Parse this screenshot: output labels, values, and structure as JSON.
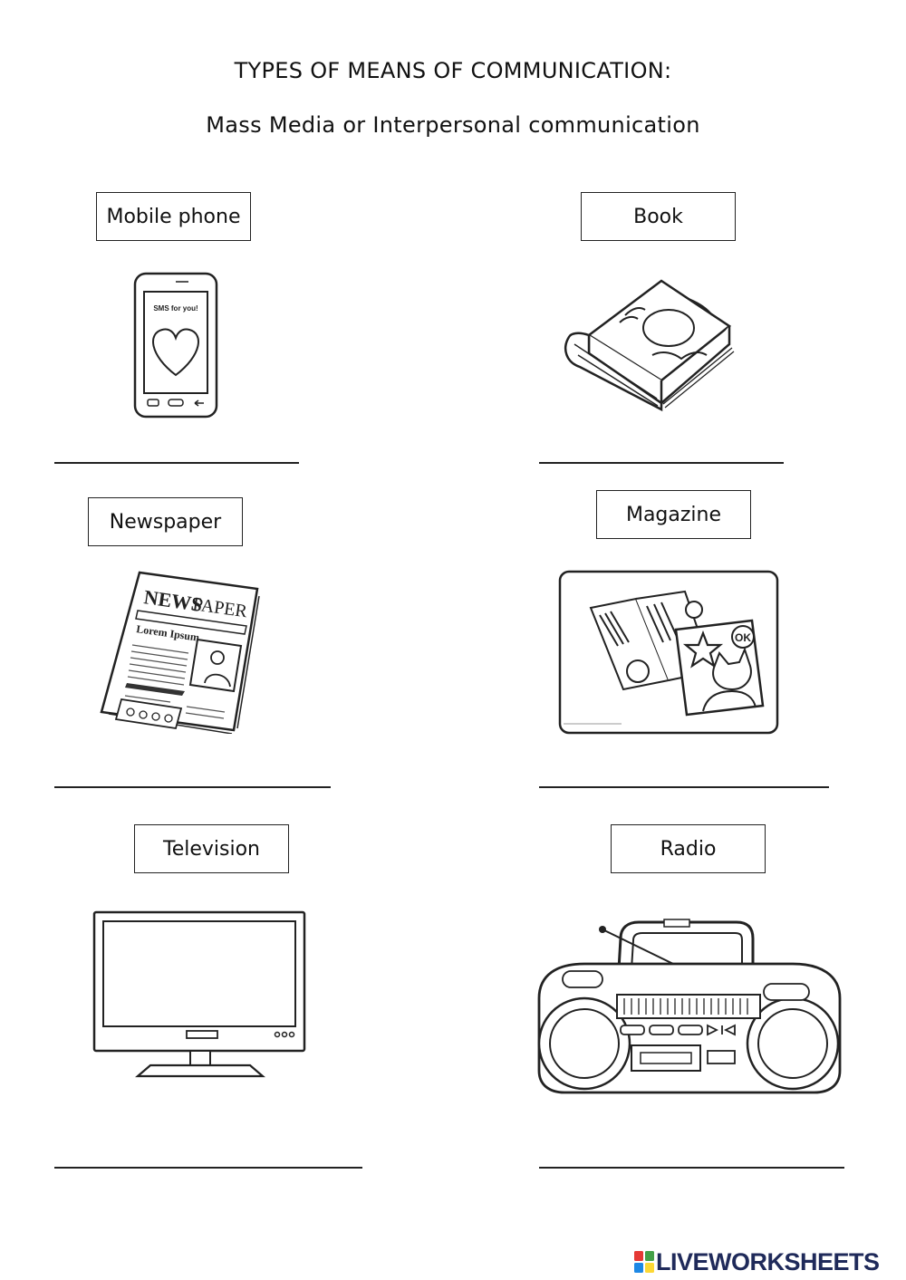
{
  "header": {
    "title": "TYPES OF MEANS OF COMMUNICATION:",
    "subtitle": "Mass Media or Interpersonal communication"
  },
  "items": [
    {
      "label": "Mobile phone",
      "icon": "mobile-phone-icon",
      "screen_text": "SMS for you!"
    },
    {
      "label": "Book",
      "icon": "book-icon"
    },
    {
      "label": "Newspaper",
      "icon": "newspaper-icon",
      "masthead_a": "NEWS",
      "masthead_b": "PAPER",
      "headline": "Lorem Ipsum"
    },
    {
      "label": "Magazine",
      "icon": "magazine-icon",
      "badge": "OK"
    },
    {
      "label": "Television",
      "icon": "television-icon"
    },
    {
      "label": "Radio",
      "icon": "radio-icon"
    }
  ],
  "footer": {
    "logo_text": "LIVEWORKSHEETS",
    "brand_colors": [
      "#e53935",
      "#43a047",
      "#1e88e5",
      "#fdd835"
    ],
    "text_color": "#1f2a5a"
  }
}
